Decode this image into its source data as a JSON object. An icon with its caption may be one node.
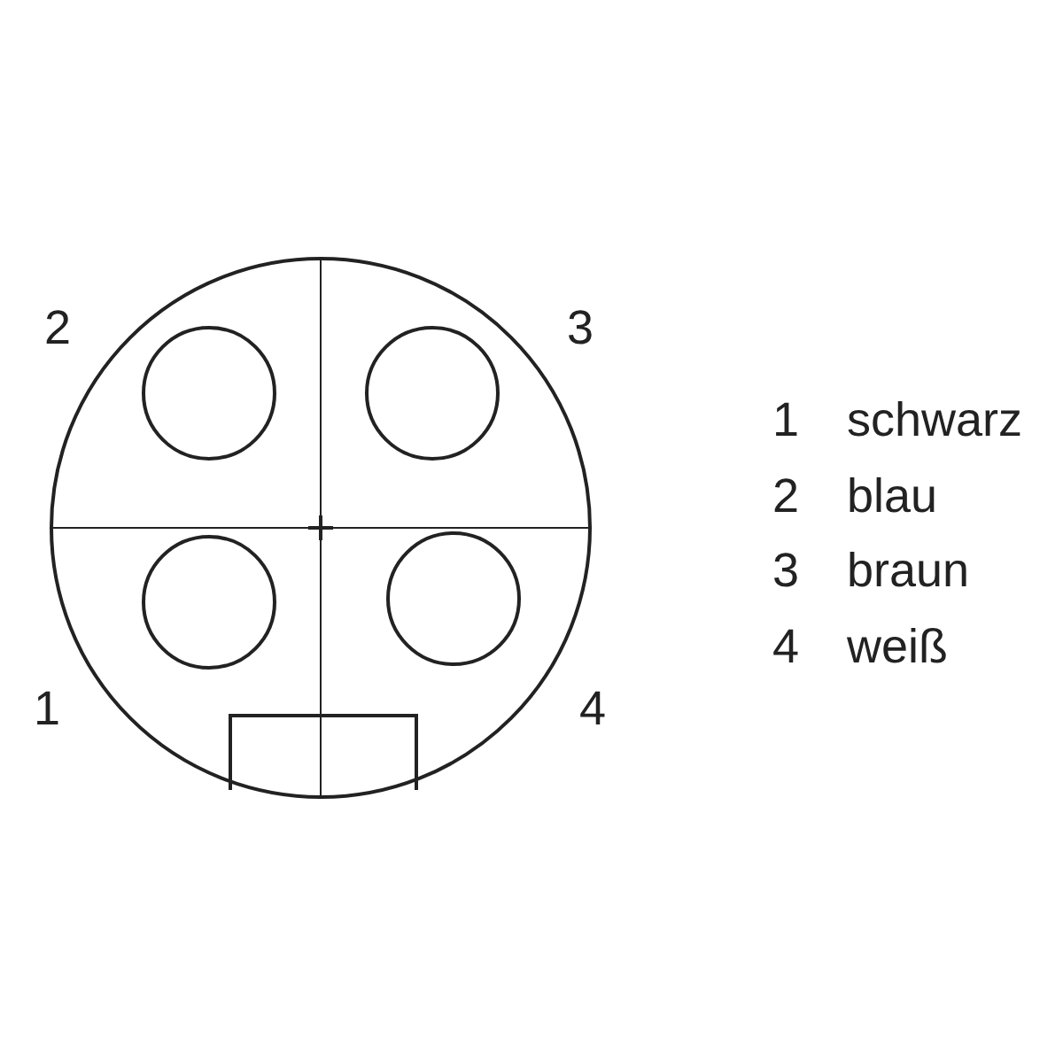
{
  "diagram": {
    "labels": [
      "2",
      "3",
      "1",
      "schwarz",
      "2",
      "blau",
      "3",
      "braun",
      "4",
      "weiß",
      "1",
      "4"
    ]
  }
}
